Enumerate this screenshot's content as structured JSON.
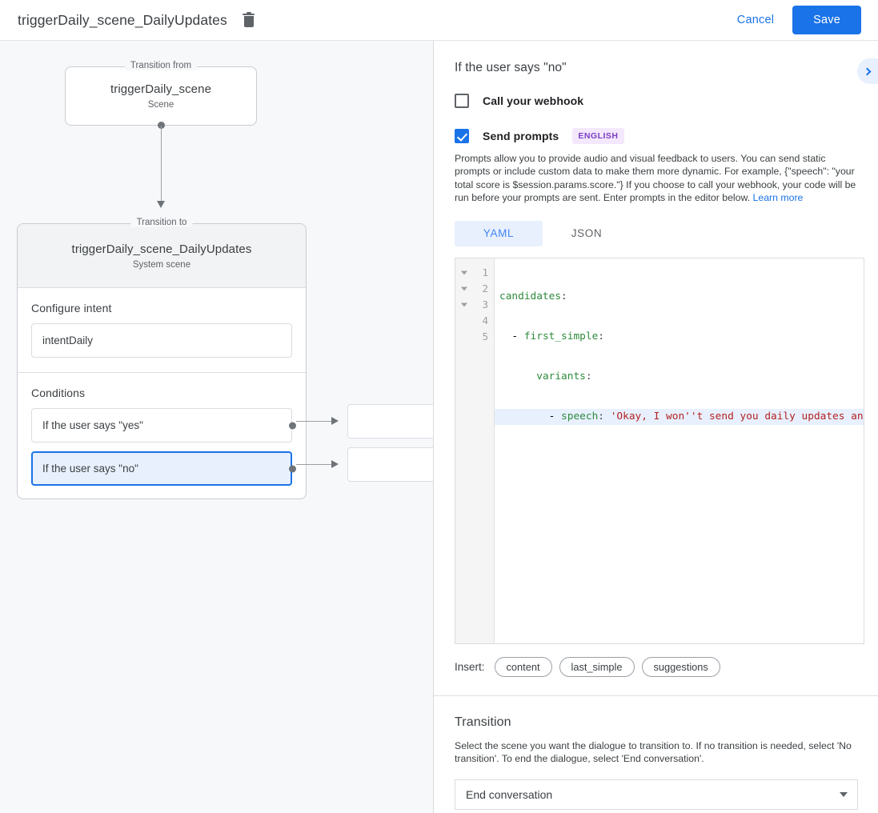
{
  "topbar": {
    "title": "triggerDaily_scene_DailyUpdates",
    "delete_icon": "trash-icon",
    "cancel_label": "Cancel",
    "save_label": "Save",
    "accent_color": "#1a73e8"
  },
  "canvas": {
    "node_from": {
      "legend": "Transition from",
      "title": "triggerDaily_scene",
      "subtitle": "Scene"
    },
    "node_to": {
      "legend": "Transition to",
      "title": "triggerDaily_scene_DailyUpdates",
      "subtitle": "System scene",
      "intent_section_label": "Configure intent",
      "intent_value": "intentDaily",
      "conditions_section_label": "Conditions",
      "conditions": [
        {
          "label": "If the user says \"yes\"",
          "selected": false
        },
        {
          "label": "If the user says \"no\"",
          "selected": true
        }
      ]
    }
  },
  "panel": {
    "title": "If the user says \"no\"",
    "expand_icon": "chevron-right-icon",
    "webhook": {
      "label": "Call your webhook",
      "checked": false
    },
    "prompts": {
      "label": "Send prompts",
      "checked": true,
      "badge": "ENGLISH",
      "badge_color": "#7b3fc4",
      "badge_bg": "#f3e8fd",
      "description": "Prompts allow you to provide audio and visual feedback to users. You can send static prompts or include custom data to make them more dynamic. For example, {\"speech\": \"your total score is $session.params.score.\"} If you choose to call your webhook, your code will be run before your prompts are sent. Enter prompts in the editor below. ",
      "learn_more": "Learn more"
    },
    "format_tabs": [
      {
        "label": "YAML",
        "active": true
      },
      {
        "label": "JSON",
        "active": false
      }
    ],
    "editor": {
      "line_numbers": [
        "1",
        "2",
        "3",
        "4",
        "5"
      ],
      "folds": [
        true,
        true,
        true,
        false,
        false
      ],
      "highlighted_line": 4,
      "lines": [
        {
          "indent": "",
          "key": "candidates",
          "punct": ":",
          "str": ""
        },
        {
          "indent": "  - ",
          "key": "first_simple",
          "punct": ":",
          "str": ""
        },
        {
          "indent": "      ",
          "key": "variants",
          "punct": ":",
          "str": ""
        },
        {
          "indent": "        - ",
          "key": "speech",
          "punct": ": ",
          "str": "'Okay, I won''t send you daily updates anymore.'"
        },
        {
          "indent": "",
          "key": "",
          "punct": "",
          "str": ""
        }
      ]
    },
    "insert": {
      "label": "Insert:",
      "chips": [
        "content",
        "last_simple",
        "suggestions"
      ]
    },
    "transition": {
      "title": "Transition",
      "description": "Select the scene you want the dialogue to transition to. If no transition is needed, select 'No transition'. To end the dialogue, select 'End conversation'.",
      "selected": "End conversation"
    }
  }
}
